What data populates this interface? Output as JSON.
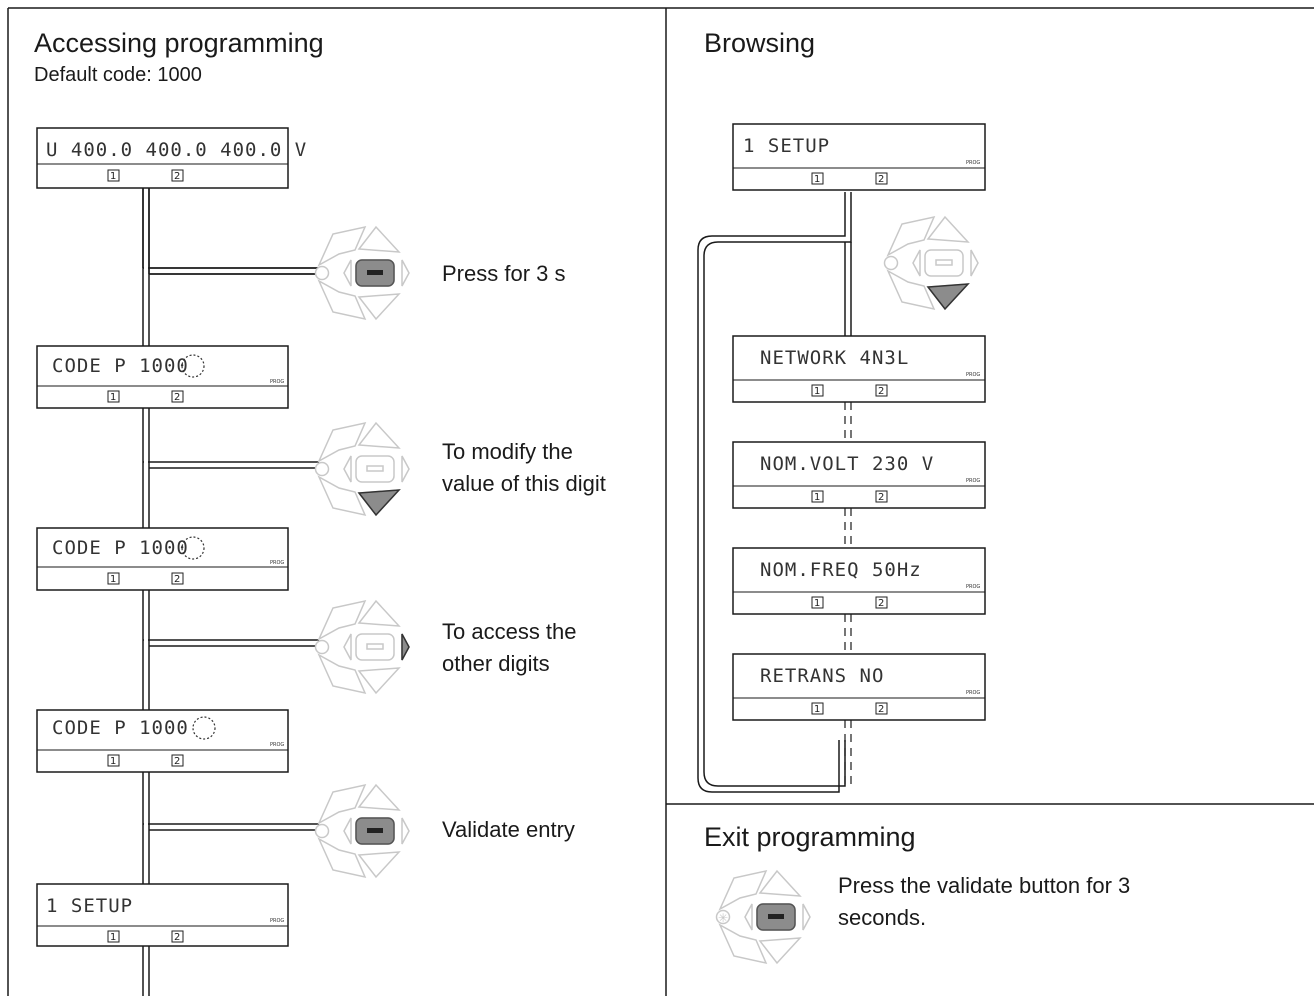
{
  "left_panel": {
    "title": "Accessing programming",
    "subtitle": "Default code: 1000",
    "displays": [
      {
        "text": "U 400.0 400.0 400.0 V",
        "prog": ""
      },
      {
        "text": "CODE  P   1000",
        "prog": "PROG"
      },
      {
        "text": "CODE  P   1000",
        "prog": "PROG"
      },
      {
        "text": "CODE  P    1000",
        "prog": "PROG"
      },
      {
        "text": "1 SETUP",
        "prog": "PROG"
      }
    ],
    "steps": [
      {
        "caption_line1": "Press for 3 s",
        "caption_line2": "",
        "button": "validate"
      },
      {
        "caption_line1": "To modify the",
        "caption_line2": "value of this digit",
        "button": "down"
      },
      {
        "caption_line1": "To access the",
        "caption_line2": "other digits",
        "button": "right"
      },
      {
        "caption_line1": "Validate entry",
        "caption_line2": "",
        "button": "validate"
      }
    ],
    "index_marks": [
      "1",
      "2"
    ]
  },
  "right_panel": {
    "title": "Browsing",
    "displays": [
      {
        "text": "1 SETUP",
        "prog": "PROG"
      },
      {
        "text": "NETWORK 4N3L",
        "prog": "PROG"
      },
      {
        "text": "NOM.VOLT   230 V",
        "prog": "PROG"
      },
      {
        "text": "NOM.FREQ    50Hz",
        "prog": "PROG"
      },
      {
        "text": "RETRANS    NO",
        "prog": "PROG"
      }
    ],
    "browse_button": "down"
  },
  "exit_panel": {
    "title": "Exit programming",
    "caption_line1": "Press the validate button for 3",
    "caption_line2": "seconds."
  },
  "colors": {
    "line": "#1a1a1a",
    "keypad_outline": "#c8c8c8",
    "active_key": "#8c8c8c"
  }
}
